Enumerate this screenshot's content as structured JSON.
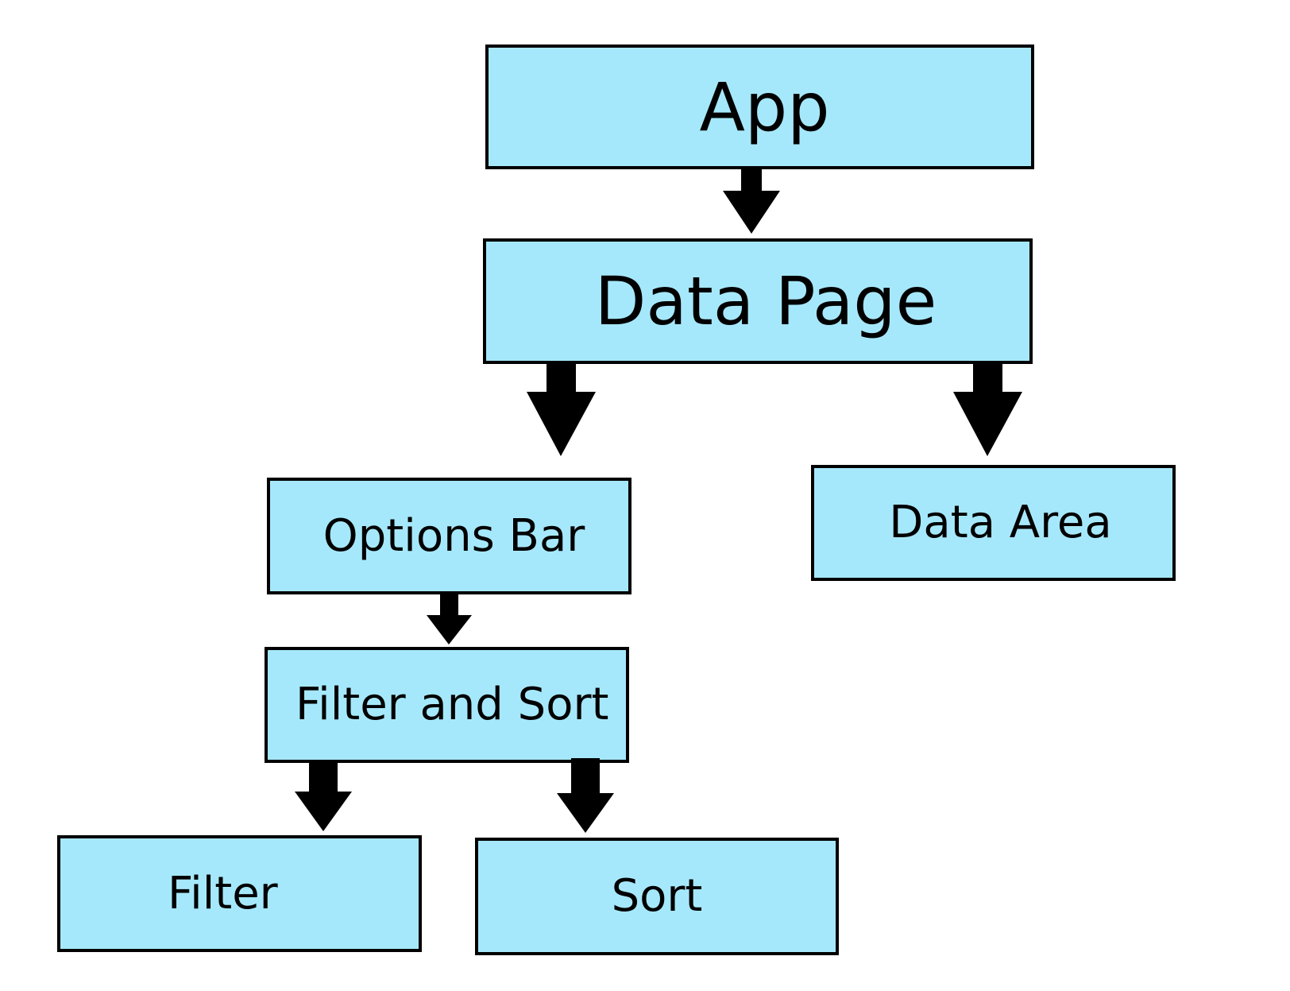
{
  "diagram": {
    "nodes": {
      "app": {
        "label": "App"
      },
      "data_page": {
        "label": "Data Page"
      },
      "options_bar": {
        "label": "Options Bar"
      },
      "data_area": {
        "label": "Data Area"
      },
      "filter_and_sort": {
        "label": "Filter and Sort"
      },
      "filter": {
        "label": "Filter"
      },
      "sort": {
        "label": "Sort"
      }
    },
    "edges": [
      {
        "from": "App",
        "to": "Data Page"
      },
      {
        "from": "Data Page",
        "to": "Options Bar"
      },
      {
        "from": "Data Page",
        "to": "Data Area"
      },
      {
        "from": "Options Bar",
        "to": "Filter and Sort"
      },
      {
        "from": "Filter and Sort",
        "to": "Filter"
      },
      {
        "from": "Filter and Sort",
        "to": "Sort"
      }
    ],
    "colors": {
      "node_fill": "#a6e8fb",
      "node_border": "#000000",
      "arrow": "#000000",
      "text": "#000000",
      "background": "#ffffff"
    }
  }
}
